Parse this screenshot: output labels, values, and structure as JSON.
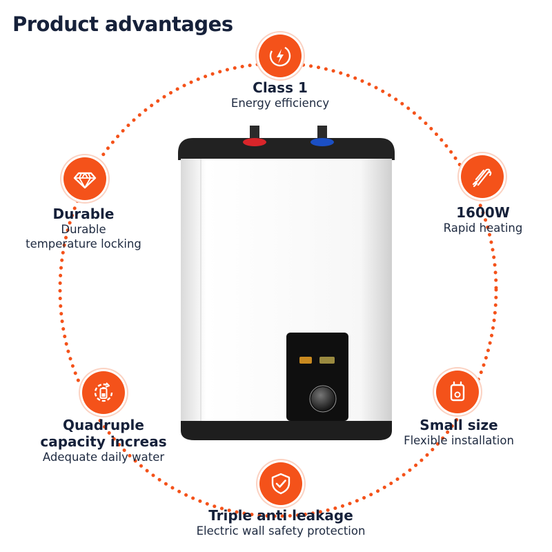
{
  "heading": "Product advantages",
  "accent_color": "#f4521a",
  "features": [
    {
      "id": "energy",
      "title": "Class 1",
      "desc": [
        "Energy efficiency"
      ],
      "icon": "energy-bolt-icon"
    },
    {
      "id": "durable",
      "title": "Durable",
      "desc": [
        "Durable",
        "temperature locking"
      ],
      "icon": "diamond-icon"
    },
    {
      "id": "power",
      "title": "1600W",
      "desc": [
        "Rapid heating"
      ],
      "icon": "heating-element-icon"
    },
    {
      "id": "capacity",
      "title": "Quadruple",
      "title2": "capacity increas",
      "desc": [
        "Adequate daily water"
      ],
      "icon": "battery-refresh-icon"
    },
    {
      "id": "size",
      "title": "Small size",
      "desc": [
        "Flexible installation"
      ],
      "icon": "small-heater-icon"
    },
    {
      "id": "leakage",
      "title": "Triple anti leakage",
      "desc": [
        "Electric wall safety protection"
      ],
      "icon": "shield-check-icon"
    }
  ]
}
